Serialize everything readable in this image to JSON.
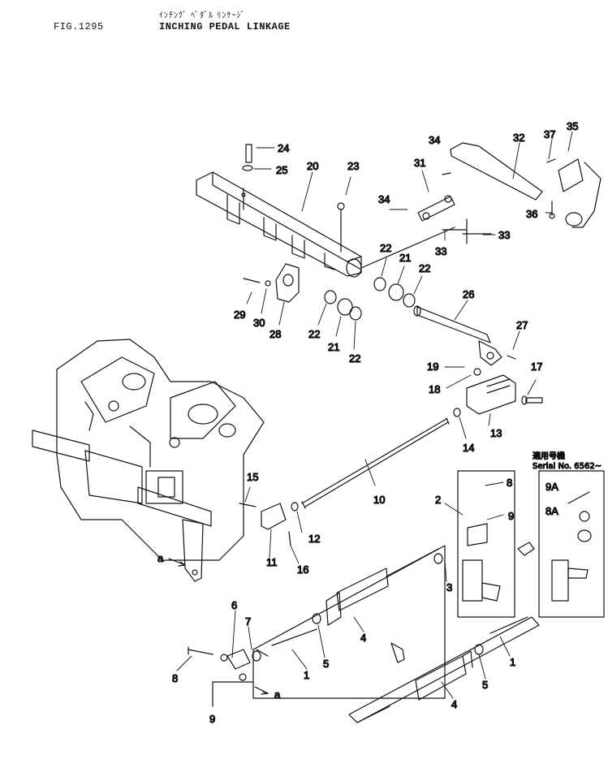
{
  "header": {
    "figure_number": "FIG.1295",
    "title_japanese": "ｲﾝﾁﾝｸﾞ ﾍﾟﾀﾞﾙ ﾘﾝｹｰｼﾞ",
    "title": "INCHING PEDAL LINKAGE"
  },
  "serial_note": {
    "japanese": "適用号機",
    "text": "Serial No. 6562~"
  },
  "callouts": [
    {
      "id": "c24",
      "label": "24"
    },
    {
      "id": "c25",
      "label": "25"
    },
    {
      "id": "c20",
      "label": "20"
    },
    {
      "id": "c23",
      "label": "23"
    },
    {
      "id": "c34a",
      "label": "34"
    },
    {
      "id": "c31",
      "label": "31"
    },
    {
      "id": "c32",
      "label": "32"
    },
    {
      "id": "c37",
      "label": "37"
    },
    {
      "id": "c35",
      "label": "35"
    },
    {
      "id": "c34b",
      "label": "34"
    },
    {
      "id": "c36",
      "label": "36"
    },
    {
      "id": "c33a",
      "label": "33"
    },
    {
      "id": "c33b",
      "label": "33"
    },
    {
      "id": "c22a",
      "label": "22"
    },
    {
      "id": "c21a",
      "label": "21"
    },
    {
      "id": "c22b",
      "label": "22"
    },
    {
      "id": "c29",
      "label": "29"
    },
    {
      "id": "c30",
      "label": "30"
    },
    {
      "id": "c28",
      "label": "28"
    },
    {
      "id": "c22c",
      "label": "22"
    },
    {
      "id": "c21b",
      "label": "21"
    },
    {
      "id": "c22d",
      "label": "22"
    },
    {
      "id": "c26",
      "label": "26"
    },
    {
      "id": "c27",
      "label": "27"
    },
    {
      "id": "c19",
      "label": "19"
    },
    {
      "id": "c18",
      "label": "18"
    },
    {
      "id": "c17",
      "label": "17"
    },
    {
      "id": "c13",
      "label": "13"
    },
    {
      "id": "c14",
      "label": "14"
    },
    {
      "id": "c10",
      "label": "10"
    },
    {
      "id": "c15",
      "label": "15"
    },
    {
      "id": "c12",
      "label": "12"
    },
    {
      "id": "c11",
      "label": "11"
    },
    {
      "id": "c16",
      "label": "16"
    },
    {
      "id": "c8a",
      "label": "8"
    },
    {
      "id": "c2",
      "label": "2"
    },
    {
      "id": "c9a",
      "label": "9"
    },
    {
      "id": "c3",
      "label": "3"
    },
    {
      "id": "c9A",
      "label": "9A"
    },
    {
      "id": "c8A",
      "label": "8A"
    },
    {
      "id": "c4a",
      "label": "4"
    },
    {
      "id": "c5a",
      "label": "5"
    },
    {
      "id": "c1a",
      "label": "1"
    },
    {
      "id": "c7",
      "label": "7"
    },
    {
      "id": "c6",
      "label": "6"
    },
    {
      "id": "c8b",
      "label": "8"
    },
    {
      "id": "c9b",
      "label": "9"
    },
    {
      "id": "ca1",
      "label": "a"
    },
    {
      "id": "ca2",
      "label": "a"
    },
    {
      "id": "c1b",
      "label": "1"
    },
    {
      "id": "c5b",
      "label": "5"
    },
    {
      "id": "c4b",
      "label": "4"
    }
  ]
}
